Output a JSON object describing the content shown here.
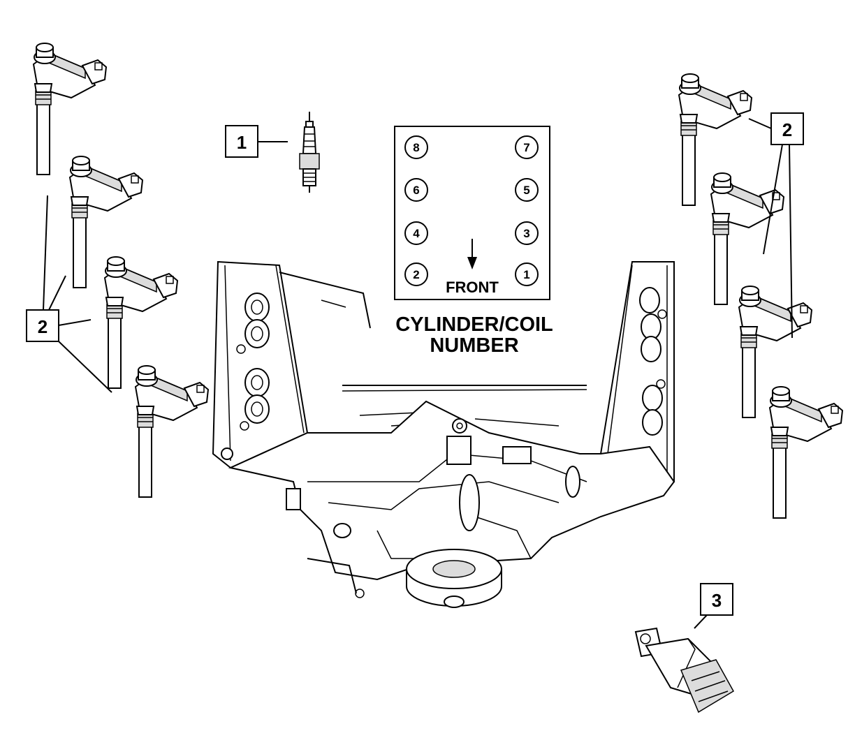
{
  "callouts": {
    "spark_plug": "1",
    "coils_left": "2",
    "coils_right": "2",
    "sensor": "3"
  },
  "firing_chart": {
    "front_label": "FRONT",
    "caption_line1": "CYLINDER/COIL",
    "caption_line2": "NUMBER",
    "cylinders": {
      "c8": "8",
      "c7": "7",
      "c6": "6",
      "c5": "5",
      "c4": "4",
      "c3": "3",
      "c2": "2",
      "c1": "1"
    }
  }
}
